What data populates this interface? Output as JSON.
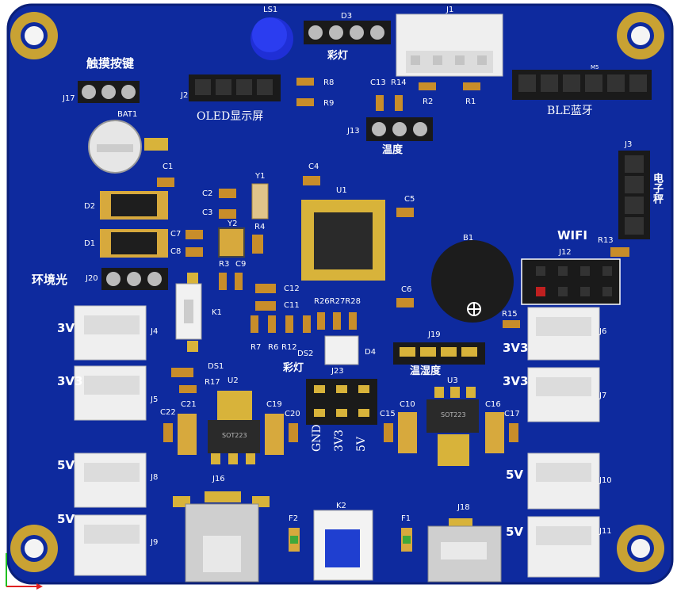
{
  "board": {
    "colors": {
      "pcb": "#0e2a9e",
      "silk": "#ffffff",
      "gold": "#d8b33a",
      "header_black": "#1a1a1a",
      "connector_white": "#efefef",
      "chip": "#2a2a2a",
      "diode_body": "#d7a93d"
    },
    "icons": [
      "mounting-hole-icon",
      "buzzer-icon",
      "axis-gizmo-icon"
    ]
  },
  "labels": {
    "touch_key": "触摸按键",
    "j17": "J17",
    "bat1": "BAT1",
    "ls1": "LS1",
    "d3": "D3",
    "caideng_top": "彩灯",
    "j1": "J1",
    "j2": "J2",
    "oled": "OLED显示屏",
    "r8": "R8",
    "r9": "R9",
    "c13": "C13",
    "r14": "R14",
    "r2": "R2",
    "r1": "R1",
    "j13": "J13",
    "wendu": "温度",
    "m5": "M5",
    "ble": "BLE蓝牙",
    "j3": "J3",
    "dianzicheng": "电子秤",
    "c1": "C1",
    "y1": "Y1",
    "c4": "C4",
    "u1": "U1",
    "c2": "C2",
    "c3": "C3",
    "c5": "C5",
    "d2": "D2",
    "y2": "Y2",
    "r4": "R4",
    "d1": "D1",
    "c7": "C7",
    "c8": "C8",
    "r3": "R3",
    "c9": "C9",
    "b1": "B1",
    "wifi": "WIFI",
    "r13": "R13",
    "j12": "J12",
    "huanjingguang": "环境光",
    "j20": "J20",
    "c12": "C12",
    "c6": "C6",
    "c11": "C11",
    "r26r27r28": "R26R27R28",
    "k1": "K1",
    "r7": "R7",
    "r6": "R6",
    "r12": "R12",
    "ds2": "DS2",
    "d4": "D4",
    "r15": "R15",
    "j19": "J19",
    "v3_left": "3V",
    "j4": "J4",
    "ds1": "DS1",
    "caideng_mid": "彩灯",
    "j23": "J23",
    "wenshidu": "温湿度",
    "v3v3_right_top": "3V3",
    "j6": "J6",
    "v3v3_left": "3V3",
    "r17": "R17",
    "u2": "U2",
    "u3": "U3",
    "j5": "J5",
    "v3v3_right_mid": "3V3",
    "j7": "J7",
    "c22": "C22",
    "c21": "C21",
    "c19": "C19",
    "c20": "C20",
    "c15": "C15",
    "c10": "C10",
    "c16": "C16",
    "c17": "C17",
    "gnd": "GND",
    "v33": "3V3",
    "v5": "5V",
    "chip_u2": "SOT223",
    "chip_u3": "SOT223",
    "v5_left_1": "5V",
    "j8": "J8",
    "v5_right_1": "5V",
    "j10": "J10",
    "j16": "J16",
    "j18": "J18",
    "f2": "F2",
    "k2": "K2",
    "f1": "F1",
    "v5_left_2": "5V",
    "j9": "J9",
    "v5_right_2": "5V",
    "j11": "J11"
  }
}
